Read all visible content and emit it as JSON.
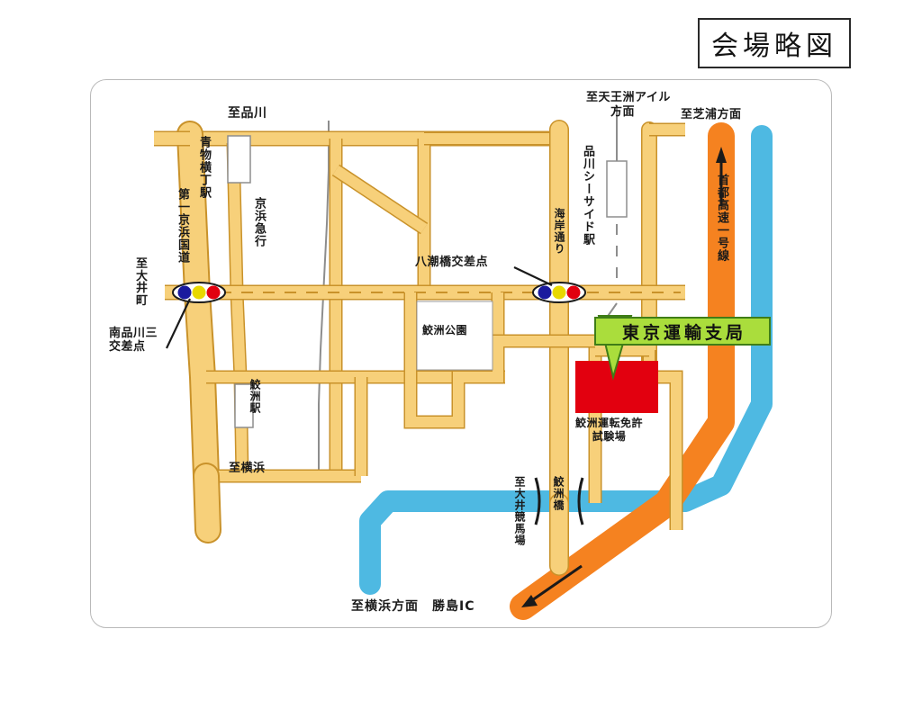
{
  "title": {
    "text": "会場略図"
  },
  "destination": {
    "label": "東京運輸支局",
    "box_color": "#aadd3c",
    "border_color": "#3f7d17"
  },
  "landmarks": {
    "license_center": "鮫洲運転免許\n試験場",
    "samezu_park": "鮫洲公園",
    "license_block_color": "#e2000f"
  },
  "stations": {
    "aomono": "青物横丁駅",
    "samezu": "鮫洲駅",
    "seaside": "品川シーサイド駅",
    "rail_line": "京浜急行"
  },
  "roads": {
    "daiichi_keihin": "第一京浜国道",
    "kaigan_dori": "海岸通り",
    "expressway": "首都高速一号線",
    "expressway_color": "#f58220",
    "road_fill": "#f7d07a",
    "road_stroke": "#c9922a",
    "water_color": "#4eb9e2"
  },
  "intersections": [
    {
      "name": "南品川三\n交差点"
    },
    {
      "name": "八潮橋交差点"
    }
  ],
  "bridge": {
    "label": "鮫洲橋"
  },
  "directions": {
    "to_shinagawa": "至品川",
    "to_oimachi": "至\n大\n井\n町",
    "to_yokohama": "至横浜",
    "to_tennozu": "至天王洲アイル\n　　方面",
    "to_shibaura": "至芝浦方面",
    "to_oi_racecourse": "至大井競馬場",
    "bottom_caption": "至横浜方面　勝島IC"
  },
  "signals": {
    "colors": [
      "#1a1a9e",
      "#e8d800",
      "#e2000f"
    ]
  }
}
